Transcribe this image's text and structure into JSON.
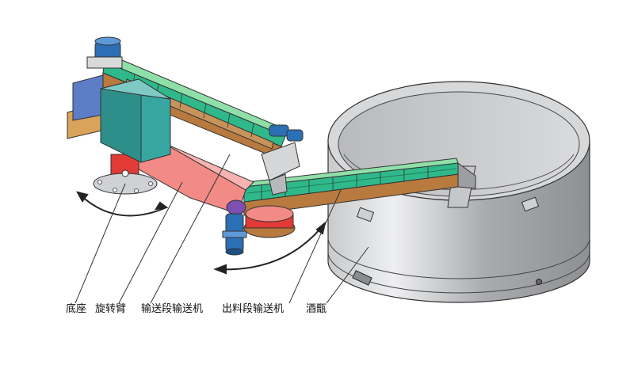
{
  "labels": {
    "base": "底座",
    "rotating_arm": "旋转臂",
    "conveying_section_conveyor": "输送段输送机",
    "discharge_section_conveyor": "出料段输送机",
    "steamer": "酒甑"
  },
  "colors": {
    "line": "#333333",
    "belt_green": "#2fb98a",
    "belt_light_green": "#8fe0a8",
    "frame_brown": "#b87a3e",
    "arm_red": "#e23a35",
    "arm_pink": "#f28a86",
    "housing_teal": "#2e8f8a",
    "motor_blue": "#2c6fb5",
    "drum_grey": "#a7a9ad",
    "drum_light": "#e4e5e7"
  }
}
